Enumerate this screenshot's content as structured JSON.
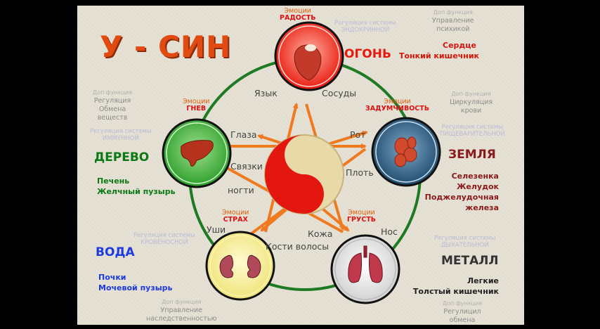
{
  "title": "У - СИН",
  "elements": {
    "fire": {
      "name": "ОГОНЬ",
      "organs": "Тонкий кишечник",
      "organ2": "Сердце",
      "emotion_hdr": "Эмоции",
      "emotion": "РАДОСТЬ",
      "function_hdr": "Доп функция",
      "function": [
        "Управление",
        "психикой"
      ],
      "regulation": [
        "Регуляция системы",
        "ЭНДОКРИННОЙ"
      ],
      "color": "#e8180c"
    },
    "earth": {
      "name": "ЗЕМЛЯ",
      "organs": [
        "Селезенка",
        "Желудок",
        "Поджелудочная",
        "железа"
      ],
      "emotion_hdr": "Эмоции",
      "emotion": "ЗАДУМЧИВОСТЬ",
      "function_hdr": "Доп функция",
      "function": [
        "Циркуляция",
        "крови"
      ],
      "regulation": [
        "Регуляция системы",
        "ПИЩЕВАРИТЕЛЬНОЙ"
      ],
      "color": "#8b1a1a"
    },
    "metal": {
      "name": "МЕТАЛЛ",
      "organs": [
        "Легкие",
        "Толстый кишечник"
      ],
      "emotion_hdr": "Эмоции",
      "emotion": "ГРУСТЬ",
      "function_hdr": "Доп функция",
      "function": [
        "Регулицил",
        "обмена"
      ],
      "regulation": [
        "Регуляция системы",
        "ДЫХАТЕЛЬНОЙ"
      ],
      "color": "#333333"
    },
    "water": {
      "name": "ВОДА",
      "organs": [
        "Почки",
        "Мочевой пузырь"
      ],
      "emotion_hdr": "Эмоции",
      "emotion": "СТРАХ",
      "function_hdr": "Доп функция",
      "function": [
        "Управление",
        "наследственностью"
      ],
      "regulation": [
        "Регуляция системы",
        "КРОВЕНОСНОЙ"
      ],
      "color": "#1c3ae0"
    },
    "wood": {
      "name": "ДЕРЕВО",
      "organs": [
        "Печень",
        "Желчный пузырь"
      ],
      "emotion_hdr": "Эмоции",
      "emotion": "ГНЕВ",
      "function_hdr": "Доп функция",
      "function": [
        "Регуляция",
        "Обмена",
        "веществ"
      ],
      "regulation": [
        "Регуляция системы",
        "ИММУННОЙ"
      ],
      "color": "#0c7a14"
    }
  },
  "body_parts": {
    "tongue": "Язык",
    "vessels": "Сосуды",
    "eyes": "Глаза",
    "mouth": "Рот",
    "ligaments": "Связки",
    "nails": "ногти",
    "flesh": "Плоть",
    "ears": "Уши",
    "nose": "Нос",
    "skin": "Кожа",
    "bones_hair": "Кости волосы"
  }
}
